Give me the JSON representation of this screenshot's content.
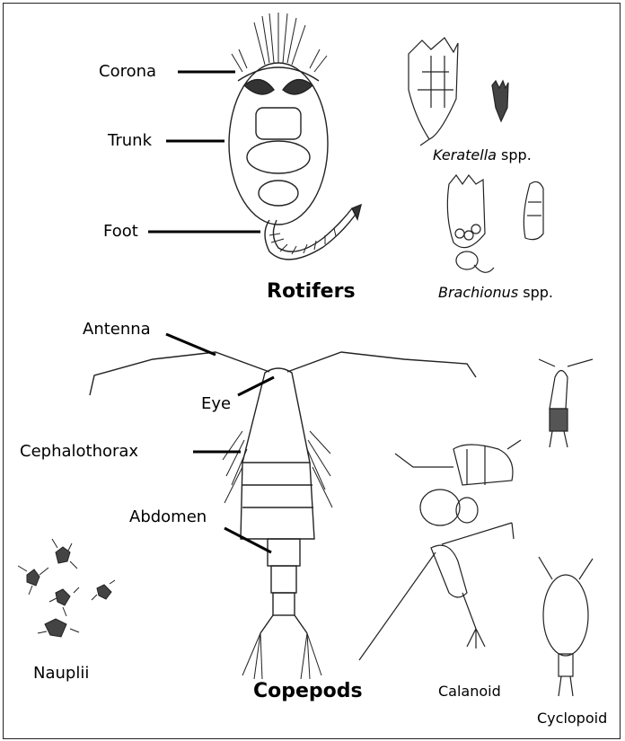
{
  "rotifers": {
    "title": "Rotifers",
    "labels": {
      "corona": "Corona",
      "trunk": "Trunk",
      "foot": "Foot"
    },
    "keratella": {
      "genus": "Keratella",
      "suffix": " spp."
    },
    "brachionus": {
      "genus": "Brachionus",
      "suffix": " spp."
    }
  },
  "copepods": {
    "title": "Copepods",
    "labels": {
      "antenna": "Antenna",
      "eye": "Eye",
      "cephalothorax": "Cephalothorax",
      "abdomen": "Abdomen"
    },
    "nauplii": "Nauplii",
    "calanoid": "Calanoid",
    "cyclopoid": "Cyclopoid"
  }
}
